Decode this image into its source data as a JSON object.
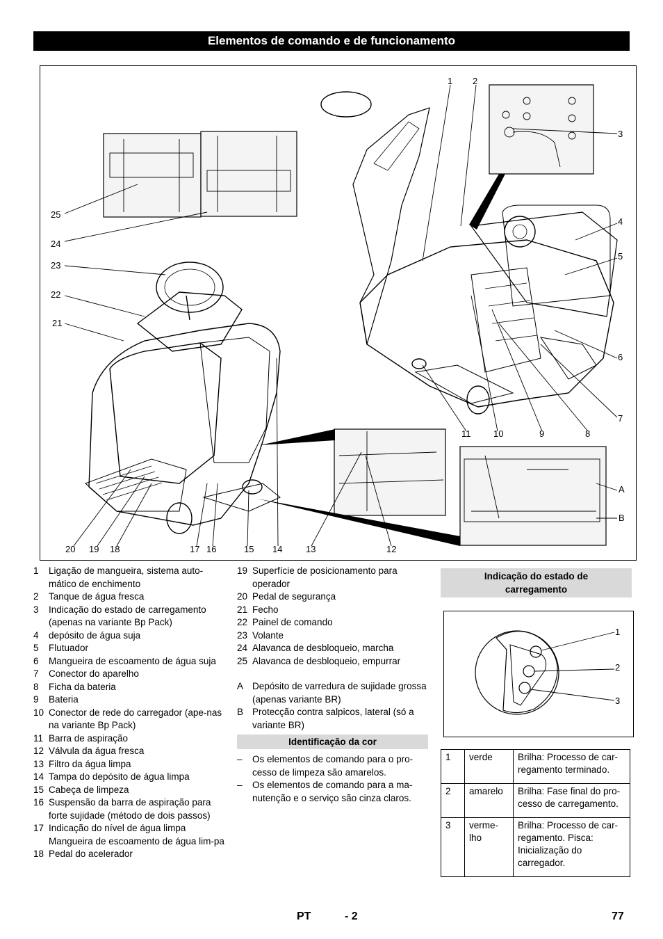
{
  "header": {
    "title": "Elementos de comando e de funcionamento"
  },
  "figure": {
    "callouts": [
      "1",
      "2",
      "3",
      "4",
      "5",
      "6",
      "7",
      "8",
      "9",
      "10",
      "11",
      "12",
      "13",
      "14",
      "15",
      "16",
      "17",
      "18",
      "19",
      "20",
      "21",
      "22",
      "23",
      "24",
      "25",
      "A",
      "B"
    ]
  },
  "col1": [
    {
      "n": "1",
      "t": "Ligação de mangueira, sistema auto-mático de enchimento"
    },
    {
      "n": "2",
      "t": "Tanque de água fresca"
    },
    {
      "n": "3",
      "t": "Indicação do estado de carregamento (apenas na variante Bp Pack)"
    },
    {
      "n": "4",
      "t": "depósito de água suja"
    },
    {
      "n": "5",
      "t": "Flutuador"
    },
    {
      "n": "6",
      "t": "Mangueira de escoamento de água suja"
    },
    {
      "n": "7",
      "t": "Conector do aparelho"
    },
    {
      "n": "8",
      "t": "Ficha da bateria"
    },
    {
      "n": "9",
      "t": "Bateria"
    },
    {
      "n": "10",
      "t": "Conector de rede do carregador (ape-nas na variante Bp Pack)"
    },
    {
      "n": "11",
      "t": "Barra de aspiração"
    },
    {
      "n": "12",
      "t": "Válvula da água fresca"
    },
    {
      "n": "13",
      "t": "Filtro da água limpa"
    },
    {
      "n": "14",
      "t": "Tampa do depósito de água limpa"
    },
    {
      "n": "15",
      "t": "Cabeça de limpeza"
    },
    {
      "n": "16",
      "t": "Suspensão da barra de aspiração para forte sujidade (método de dois passos)"
    },
    {
      "n": "17",
      "t": "Indicação do nível de água limpa Mangueira de escoamento de água lim-pa"
    },
    {
      "n": "18",
      "t": "Pedal do acelerador"
    }
  ],
  "col2": [
    {
      "n": "19",
      "t": "Superfície de posicionamento para operador"
    },
    {
      "n": "20",
      "t": "Pedal de segurança"
    },
    {
      "n": "21",
      "t": "Fecho"
    },
    {
      "n": "22",
      "t": "Painel de comando"
    },
    {
      "n": "23",
      "t": "Volante"
    },
    {
      "n": "24",
      "t": "Alavanca de desbloqueio, marcha"
    },
    {
      "n": "25",
      "t": "Alavanca de desbloqueio, empurrar"
    }
  ],
  "col2_letters": [
    {
      "n": "A",
      "t": "Depósito de varredura de sujidade grossa (apenas variante BR)"
    },
    {
      "n": "B",
      "t": "Protecção contra salpicos, lateral (só a variante BR)"
    }
  ],
  "color_id": {
    "heading": "Identificação da cor",
    "items": [
      {
        "d": "–",
        "t": "Os elementos de comando para o pro-cesso de limpeza são amarelos."
      },
      {
        "d": "–",
        "t": "Os elementos de comando para a ma-nutenção e o serviço são cinza claros."
      }
    ]
  },
  "charge": {
    "heading": "Indicação do estado de carregamento",
    "callouts": [
      "1",
      "2",
      "3"
    ],
    "rows": [
      {
        "n": "1",
        "color": "verde",
        "desc": "Brilha: Processo de car-regamento terminado."
      },
      {
        "n": "2",
        "color": "amarelo",
        "desc": "Brilha: Fase final do pro-cesso de carregamento."
      },
      {
        "n": "3",
        "color": "verme-lho",
        "desc": "Brilha: Processo de car-regamento. Pisca: Inicialização do carregador."
      }
    ]
  },
  "footer": {
    "lang": "PT",
    "section": "- 2",
    "page": "77"
  }
}
